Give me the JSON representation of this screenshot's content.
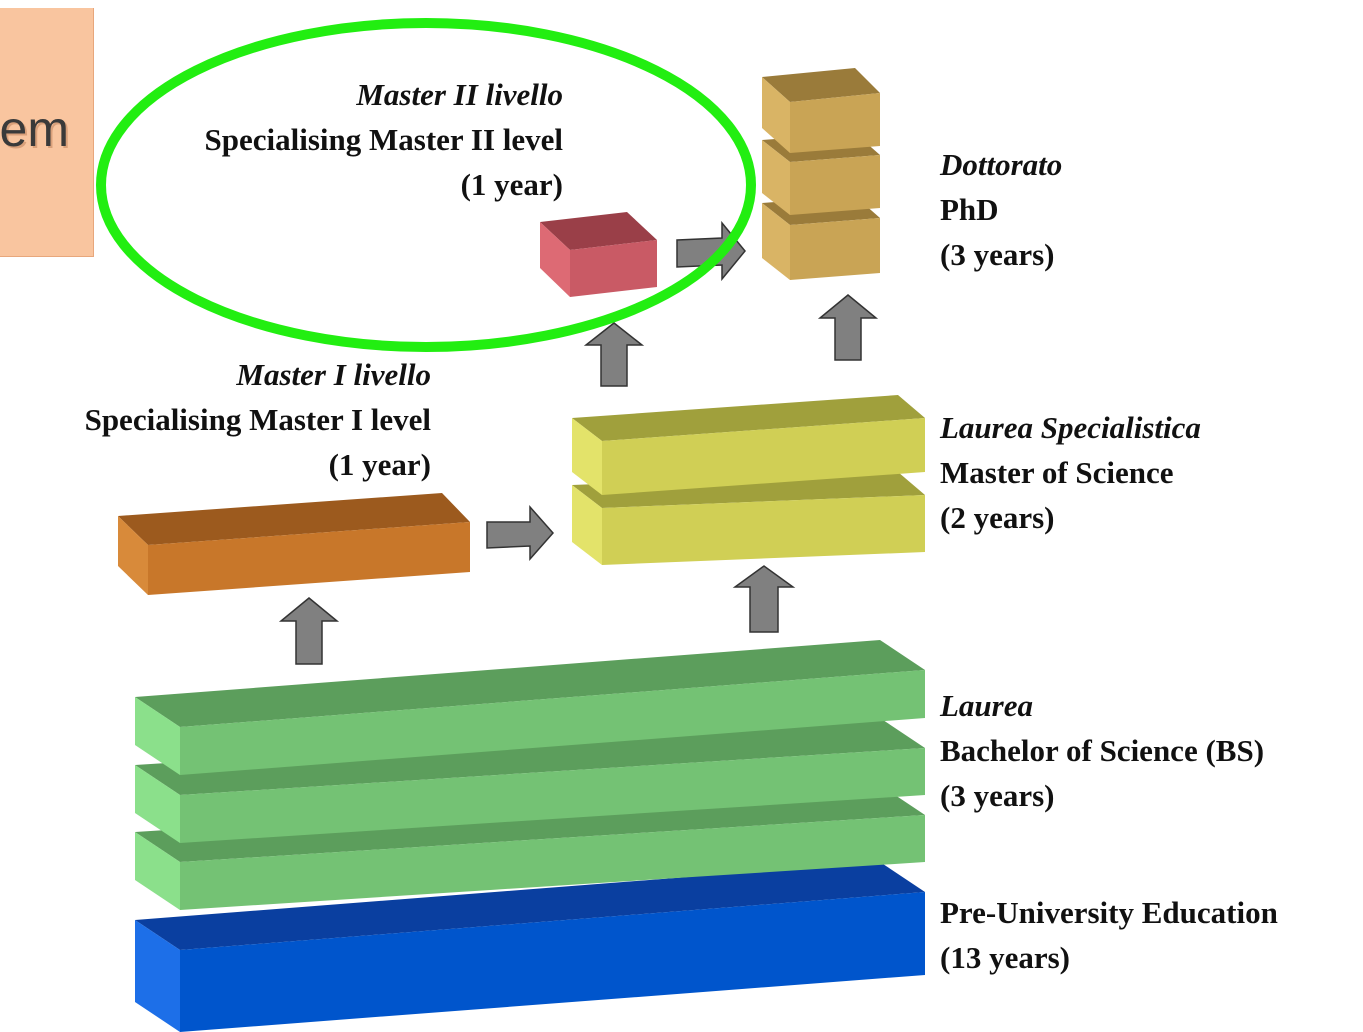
{
  "slide_title_fragment": "em",
  "levels": {
    "master_2": {
      "italian_name": "Master II livello",
      "english_name": "Specialising Master II level",
      "duration": "(1 year)"
    },
    "phd": {
      "italian_name": "Dottorato",
      "english_name": "PhD",
      "duration": "(3 years)"
    },
    "master_1": {
      "italian_name": "Master I livello",
      "english_name": "Specialising Master I level",
      "duration": "(1 year)"
    },
    "laurea_specialistica": {
      "italian_name": "Laurea Specialistica",
      "english_name": "Master of Science",
      "duration": "(2 years)"
    },
    "laurea": {
      "italian_name": "Laurea",
      "english_name": "Bachelor of Science (BS)",
      "duration": "(3 years)"
    },
    "pre_university": {
      "english_name": "Pre-University Education",
      "duration": "(13 years)"
    }
  },
  "colors": {
    "pre_university": "#0055cc",
    "laurea": "#74c274",
    "laurea_specialistica": "#d0cf55",
    "master_1": "#c8772a",
    "master_2": "#c95a65",
    "phd": "#c9a455",
    "arrow": "#808080",
    "highlight_ellipse": "#22ee11",
    "title_box": "#f9c59f"
  }
}
